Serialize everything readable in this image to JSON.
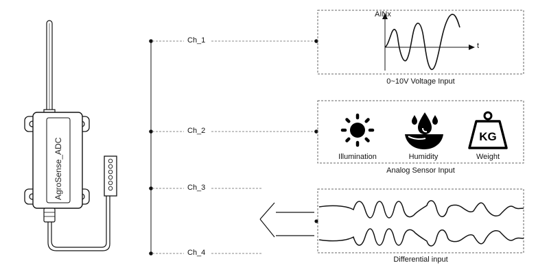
{
  "device": {
    "name": "AgroSense_ADC"
  },
  "channels": [
    {
      "label": "Ch_1"
    },
    {
      "label": "Ch_2"
    },
    {
      "label": "Ch_3"
    },
    {
      "label": "Ch_4"
    }
  ],
  "voltage_panel": {
    "caption": "0~10V Voltage Input",
    "y_axis_label": "AINx",
    "x_axis_label": "t"
  },
  "sensor_panel": {
    "caption": "Analog Sensor Input",
    "icons": [
      {
        "label": "Illumination",
        "icon": "sun-icon"
      },
      {
        "label": "Humidity",
        "icon": "water-drop-icon"
      },
      {
        "label": "Weight",
        "icon": "kg-weight-icon",
        "text": "KG"
      }
    ]
  },
  "differential_panel": {
    "caption": "Differential input"
  },
  "colors": {
    "line": "#111111",
    "dash": "#888888",
    "fill": "#000000"
  }
}
